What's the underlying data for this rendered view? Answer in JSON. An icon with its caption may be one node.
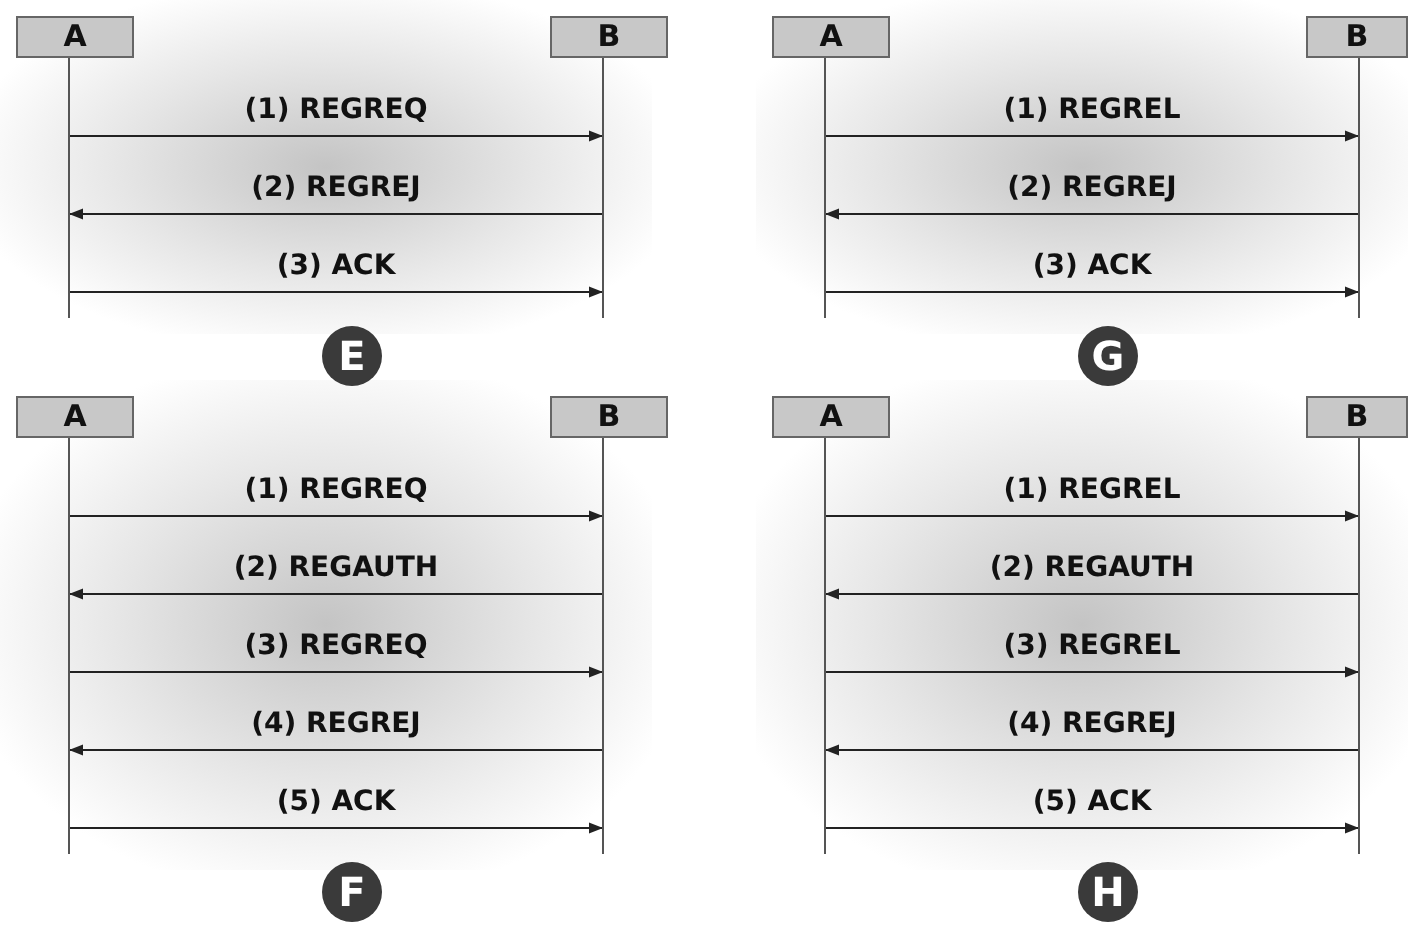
{
  "diagram": {
    "nodes": [
      {
        "text": [
          "A"
        ]
      },
      {
        "text": [
          "B"
        ]
      },
      {
        "text": [
          "E"
        ]
      },
      {
        "text": [
          "A"
        ]
      },
      {
        "text": [
          "B"
        ]
      },
      {
        "text": [
          "G"
        ]
      },
      {
        "text": [
          "A"
        ]
      },
      {
        "text": [
          "B"
        ]
      },
      {
        "text": [
          "F"
        ]
      },
      {
        "text": [
          "A"
        ]
      },
      {
        "text": [
          "B"
        ]
      },
      {
        "text": [
          "H"
        ]
      }
    ],
    "edges": [
      {
        "from": 0,
        "to": 1,
        "arrow": "to",
        "label": "(1) REGREQ"
      },
      {
        "from": 1,
        "to": 0,
        "arrow": "to",
        "label": "(2) REGREJ"
      },
      {
        "from": 0,
        "to": 1,
        "arrow": "to",
        "label": "(3) ACK"
      },
      {
        "from": 3,
        "to": 4,
        "arrow": "to",
        "label": "(1) REGREL"
      },
      {
        "from": 4,
        "to": 3,
        "arrow": "to",
        "label": "(2) REGREJ"
      },
      {
        "from": 3,
        "to": 4,
        "arrow": "to",
        "label": "(3) ACK"
      },
      {
        "from": 6,
        "to": 7,
        "arrow": "to",
        "label": "(1) REGREQ"
      },
      {
        "from": 7,
        "to": 6,
        "arrow": "to",
        "label": "(2) REGAUTH"
      },
      {
        "from": 6,
        "to": 7,
        "arrow": "to",
        "label": "(3) REGREQ"
      },
      {
        "from": 7,
        "to": 6,
        "arrow": "to",
        "label": "(4) REGREJ"
      },
      {
        "from": 6,
        "to": 7,
        "arrow": "to",
        "label": "(5) ACK"
      },
      {
        "from": 9,
        "to": 10,
        "arrow": "to",
        "label": "(1) REGREL"
      },
      {
        "from": 10,
        "to": 9,
        "arrow": "to",
        "label": "(2) REGAUTH"
      },
      {
        "from": 9,
        "to": 10,
        "arrow": "to",
        "label": "(3) REGREL"
      },
      {
        "from": 10,
        "to": 9,
        "arrow": "to",
        "label": "(4) REGREJ"
      },
      {
        "from": 9,
        "to": 10,
        "arrow": "to",
        "label": "(5) ACK"
      }
    ]
  }
}
